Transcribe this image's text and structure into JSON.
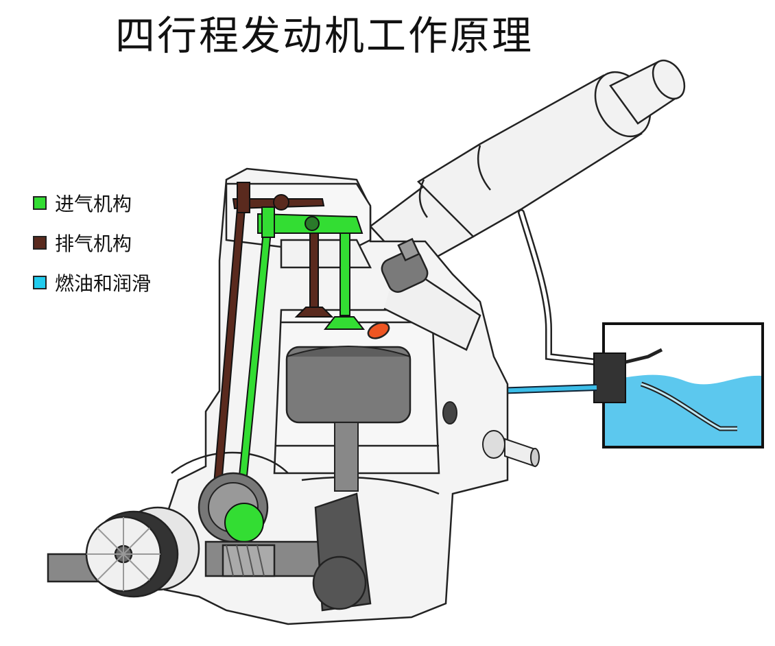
{
  "title": "四行程发动机工作原理",
  "legend": [
    {
      "label": "进气机构",
      "color": "#33dd33"
    },
    {
      "label": "排气机构",
      "color": "#5a2a1e"
    },
    {
      "label": "燃油和润滑",
      "color": "#22ccee"
    }
  ],
  "colors": {
    "intake": "#33dd33",
    "exhaust": "#5a2a1e",
    "fuel": "#3bbde8",
    "fuel_tank_liquid": "#5cc8ee",
    "engine_body": "#f4f4f4",
    "piston": "#777777",
    "crank": "#555555",
    "spark_tip": "#ee5522"
  }
}
